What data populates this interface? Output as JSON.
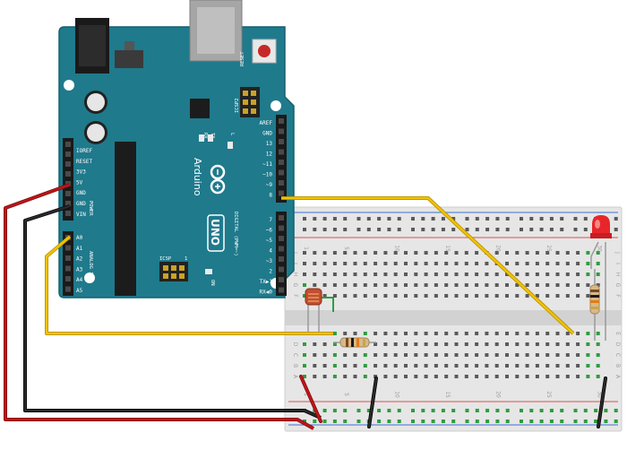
{
  "board": {
    "brand": "Arduino",
    "model": "UNO",
    "reset_label": "RESET",
    "icsp2_label": "ICSP2",
    "icsp_label": "ICSP",
    "icsp_pin1": "1",
    "on_label": "ON",
    "tx_label": "TX",
    "rx_label": "RX",
    "l_label": "L",
    "digital_label": "DIGITAL (PWM=~)",
    "analog_label": "ANALOG IN",
    "power_label": "POWER",
    "power_pins": [
      "IOREF",
      "RESET",
      "3V3",
      "5V",
      "GND",
      "GND",
      "VIN"
    ],
    "analog_pins": [
      "A0",
      "A1",
      "A2",
      "A3",
      "A4",
      "A5"
    ],
    "digital_top_pins": [
      "AREF",
      "GND",
      "13",
      "12",
      "~11",
      "~10",
      "~9",
      "8"
    ],
    "digital_bottom_pins": [
      "7",
      "~6",
      "~5",
      "4",
      "~3",
      "2",
      "TX▶1",
      "RX◀0"
    ]
  },
  "breadboard": {
    "column_numbers": [
      "1",
      "5",
      "10",
      "15",
      "20",
      "25",
      "30"
    ],
    "row_letters_top": [
      "J",
      "I",
      "H",
      "G",
      "F"
    ],
    "row_letters_bottom": [
      "E",
      "D",
      "C",
      "B",
      "A"
    ]
  },
  "colors": {
    "board": "#1f7a8c",
    "board_edge": "#16606e",
    "wire_red": "#c0141a",
    "wire_black": "#1a1a1a",
    "wire_yellow": "#f2c200",
    "led": "#e8262a",
    "rail_red": "#d9534f",
    "rail_blue": "#3f6fd1",
    "hole_green": "#2e9d3e"
  }
}
